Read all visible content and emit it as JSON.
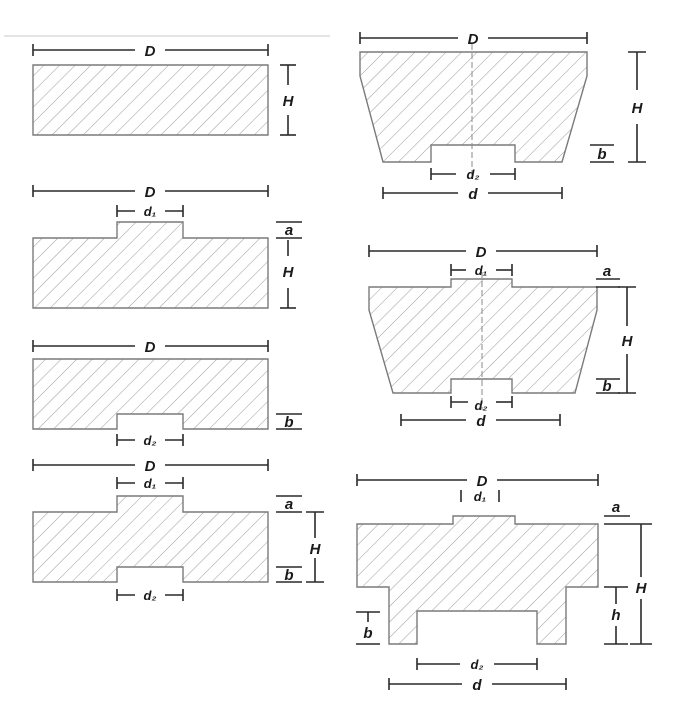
{
  "labels": {
    "D": "D",
    "H": "H",
    "h": "h",
    "a": "a",
    "b": "b",
    "d": "d",
    "d1": "d₁",
    "d2": "d₂"
  }
}
